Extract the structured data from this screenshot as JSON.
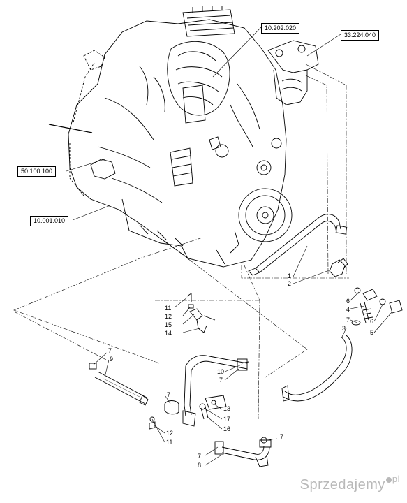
{
  "references": [
    {
      "id": "ref-10-202-020",
      "text": "10.202.020"
    },
    {
      "id": "ref-33-224-040",
      "text": "33.224.040"
    },
    {
      "id": "ref-50-100-100",
      "text": "50.100.100"
    },
    {
      "id": "ref-10-001-010",
      "text": "10.001.010"
    }
  ],
  "callouts": [
    {
      "id": "c1",
      "text": "1"
    },
    {
      "id": "c2",
      "text": "2"
    },
    {
      "id": "c6a",
      "text": "6"
    },
    {
      "id": "c4",
      "text": "4"
    },
    {
      "id": "c7a",
      "text": "7"
    },
    {
      "id": "c3",
      "text": "3"
    },
    {
      "id": "c6b",
      "text": "6"
    },
    {
      "id": "c5",
      "text": "5"
    },
    {
      "id": "c11a",
      "text": "11"
    },
    {
      "id": "c12a",
      "text": "12"
    },
    {
      "id": "c15",
      "text": "15"
    },
    {
      "id": "c14",
      "text": "14"
    },
    {
      "id": "c7b",
      "text": "7"
    },
    {
      "id": "c9",
      "text": "9"
    },
    {
      "id": "c10",
      "text": "10"
    },
    {
      "id": "c7c",
      "text": "7"
    },
    {
      "id": "c7d",
      "text": "7"
    },
    {
      "id": "c13",
      "text": "13"
    },
    {
      "id": "c17",
      "text": "17"
    },
    {
      "id": "c16",
      "text": "16"
    },
    {
      "id": "c12b",
      "text": "12"
    },
    {
      "id": "c11b",
      "text": "11"
    },
    {
      "id": "c7e",
      "text": "7"
    },
    {
      "id": "c7f",
      "text": "7"
    },
    {
      "id": "c8",
      "text": "8"
    }
  ],
  "watermark": {
    "name": "Sprzedajemy",
    "tld": "pl"
  }
}
